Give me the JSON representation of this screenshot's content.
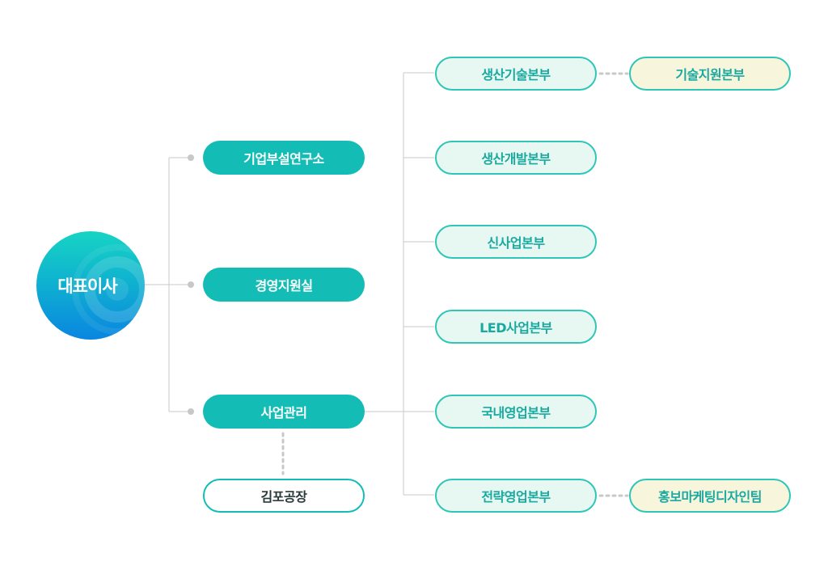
{
  "ceo": {
    "label": "대표이사"
  },
  "left_units": [
    {
      "label": "기업부설연구소"
    },
    {
      "label": "경영지원실"
    },
    {
      "label": "사업관리"
    }
  ],
  "factory": {
    "label": "김포공장"
  },
  "divisions": [
    {
      "label": "생산기술본부"
    },
    {
      "label": "생산개발본부"
    },
    {
      "label": "신사업본부"
    },
    {
      "label": "LED사업본부"
    },
    {
      "label": "국내영업본부"
    },
    {
      "label": "전략영업본부"
    }
  ],
  "affiliates": [
    {
      "label": "기술지원본부"
    },
    {
      "label": "홍보마케팅디자인팀"
    }
  ],
  "colors": {
    "accent": "#13bdb6",
    "mint_fill": "#e6f8f1",
    "cream_fill": "#f7f5dc",
    "connector": "#c8c8c8"
  }
}
